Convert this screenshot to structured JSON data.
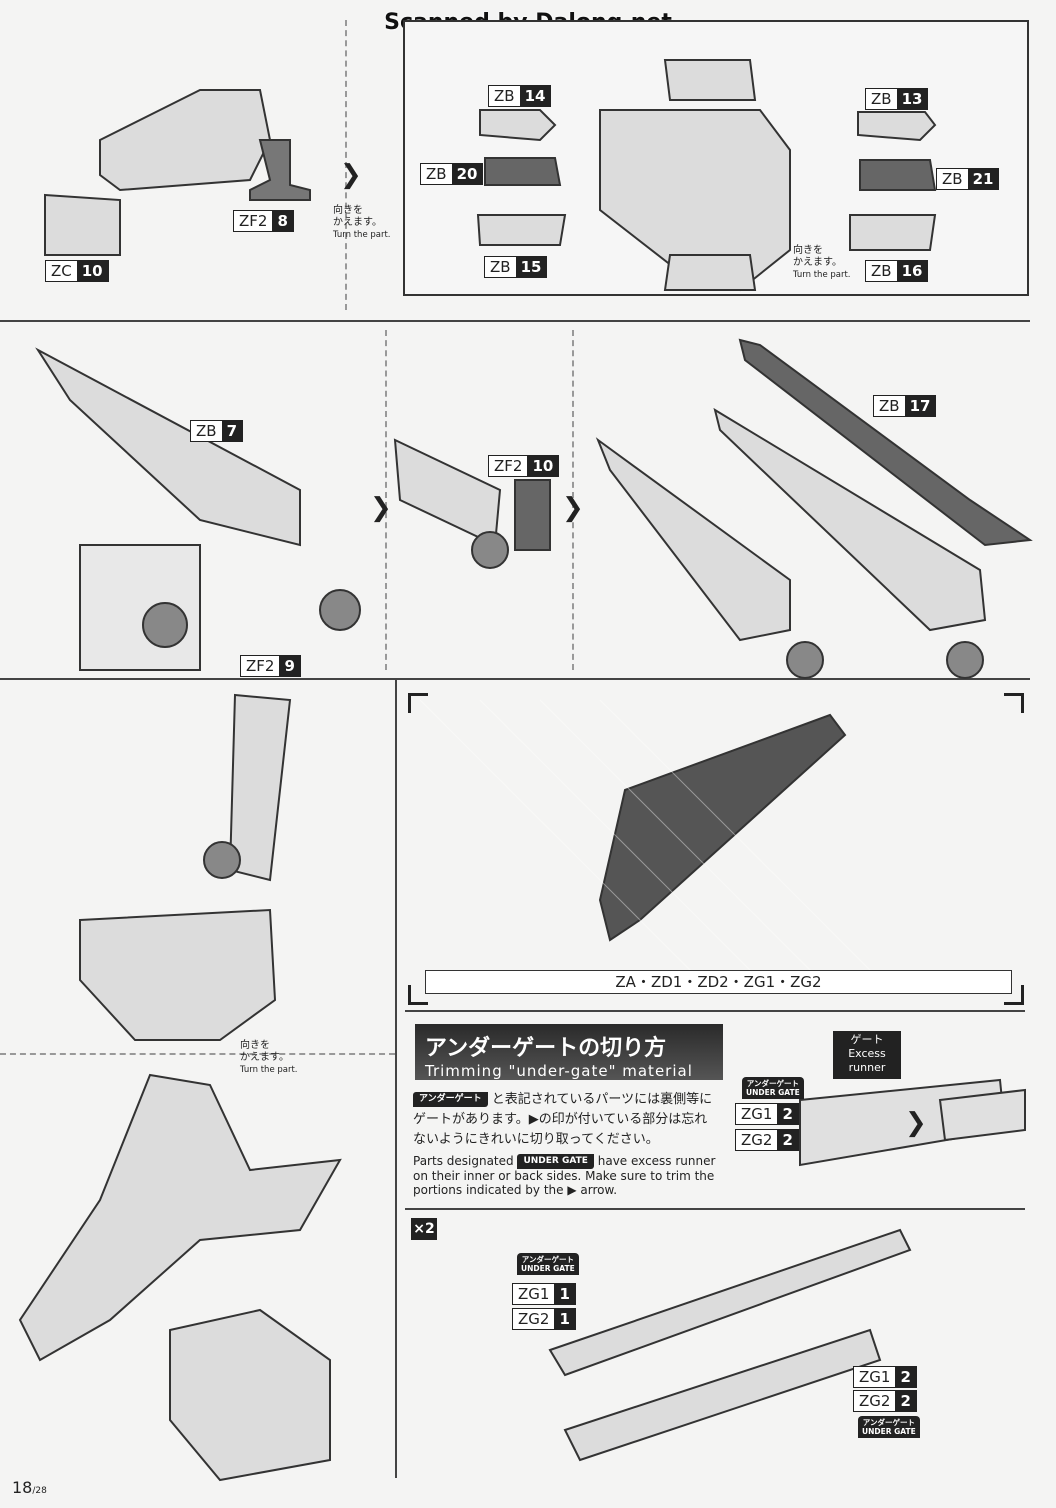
{
  "header": {
    "watermark": "Scanned by Dalong.net"
  },
  "labels": {
    "zf2_8": {
      "code": "ZF2",
      "num": "8"
    },
    "zc_10": {
      "code": "ZC",
      "num": "10"
    },
    "zb_14": {
      "code": "ZB",
      "num": "14"
    },
    "zb_20": {
      "code": "ZB",
      "num": "20"
    },
    "zb_15": {
      "code": "ZB",
      "num": "15"
    },
    "zb_13": {
      "code": "ZB",
      "num": "13"
    },
    "zb_21": {
      "code": "ZB",
      "num": "21"
    },
    "zb_16": {
      "code": "ZB",
      "num": "16"
    },
    "zb_7": {
      "code": "ZB",
      "num": "7"
    },
    "zf2_10": {
      "code": "ZF2",
      "num": "10"
    },
    "zf2_9": {
      "code": "ZF2",
      "num": "9"
    },
    "zb_17": {
      "code": "ZB",
      "num": "17"
    },
    "zg1_2a": {
      "code": "ZG1",
      "num": "2"
    },
    "zg2_2a": {
      "code": "ZG2",
      "num": "2"
    },
    "zg1_1": {
      "code": "ZG1",
      "num": "1"
    },
    "zg2_1": {
      "code": "ZG2",
      "num": "1"
    },
    "zg1_2b": {
      "code": "ZG1",
      "num": "2"
    },
    "zg2_2b": {
      "code": "ZG2",
      "num": "2"
    }
  },
  "turn_note": {
    "jp1": "向きを",
    "jp2": "かえます。",
    "en": "Turn the part."
  },
  "parts_list": "ZA・ZD1・ZD2・ZG1・ZG2",
  "under_gate": {
    "title_jp": "アンダーゲートの切り方",
    "title_en": "Trimming \"under-gate\" material",
    "tag_jp": "アンダーゲート",
    "tag_en": "UNDER GATE",
    "text_jp_1": "と表記されているパーツには裏側等に",
    "text_jp_2": "ゲートがあります。▶の印が付いている部分は忘れ",
    "text_jp_3": "ないようにきれいに切り取ってください。",
    "text_en_1": "Parts designated",
    "text_en_2": "have excess runner on their inner or back sides. Make sure to trim the portions indicated by the ▶ arrow.",
    "gate_jp": "ゲート",
    "gate_en1": "Excess",
    "gate_en2": "runner"
  },
  "multiplier": "×2",
  "page_number": {
    "current": "18",
    "total": "/28"
  }
}
